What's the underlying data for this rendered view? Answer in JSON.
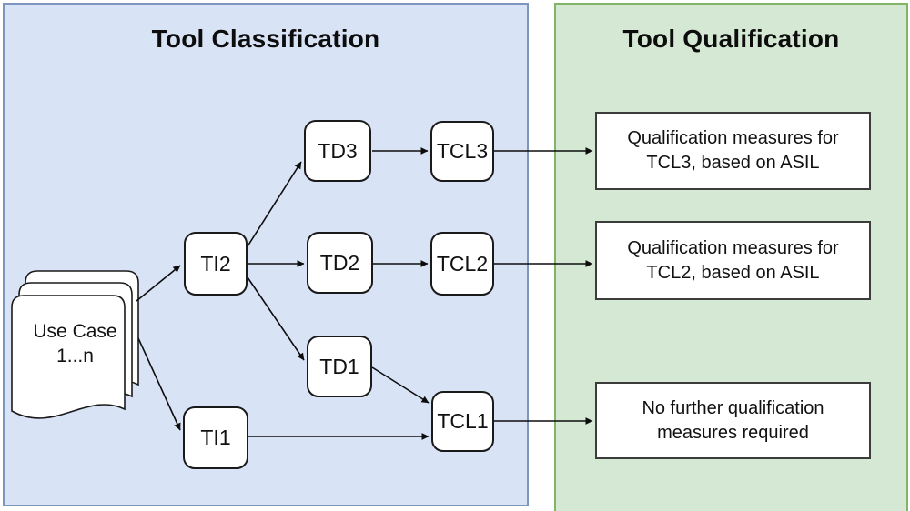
{
  "panels": {
    "classification": {
      "title": "Tool Classification",
      "fill": "#d9e3f6",
      "stroke": "#7e96bf"
    },
    "qualification": {
      "title": "Tool Qualification",
      "fill": "#d5e8d4",
      "stroke": "#82b366"
    }
  },
  "document": {
    "line1": "Use Case",
    "line2": "1...n"
  },
  "nodes": [
    {
      "id": "ti2",
      "label": "TI2"
    },
    {
      "id": "ti1",
      "label": "TI1"
    },
    {
      "id": "td3",
      "label": "TD3"
    },
    {
      "id": "td2",
      "label": "TD2"
    },
    {
      "id": "td1",
      "label": "TD1"
    },
    {
      "id": "tcl3",
      "label": "TCL3"
    },
    {
      "id": "tcl2",
      "label": "TCL2"
    },
    {
      "id": "tcl1",
      "label": "TCL1"
    }
  ],
  "qualification_boxes": [
    {
      "id": "qual-tcl3",
      "line1": "Qualification measures for",
      "line2": "TCL3, based on ASIL"
    },
    {
      "id": "qual-tcl2",
      "line1": "Qualification measures for",
      "line2": "TCL2, based on ASIL"
    },
    {
      "id": "no-qual",
      "line1": "No further qualification",
      "line2": "measures required"
    }
  ],
  "edges": [
    {
      "from": "use-case",
      "to": "ti2"
    },
    {
      "from": "use-case",
      "to": "ti1"
    },
    {
      "from": "ti2",
      "to": "td3"
    },
    {
      "from": "ti2",
      "to": "td2"
    },
    {
      "from": "ti2",
      "to": "td1"
    },
    {
      "from": "td3",
      "to": "tcl3"
    },
    {
      "from": "td2",
      "to": "tcl2"
    },
    {
      "from": "td1",
      "to": "tcl1"
    },
    {
      "from": "ti1",
      "to": "tcl1"
    },
    {
      "from": "tcl3",
      "to": "qual-tcl3"
    },
    {
      "from": "tcl2",
      "to": "qual-tcl2"
    },
    {
      "from": "tcl1",
      "to": "no-qual"
    }
  ]
}
